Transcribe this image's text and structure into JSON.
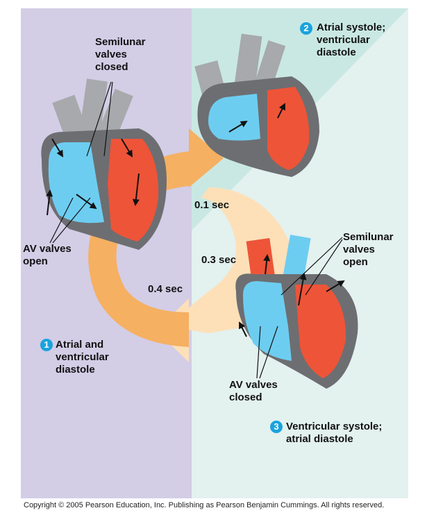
{
  "phases": [
    {
      "number": "1",
      "title": "Atrial and\nventricular\ndiastole"
    },
    {
      "number": "2",
      "title": "Atrial systole;\nventricular\ndiastole"
    },
    {
      "number": "3",
      "title": "Ventricular systole;\natrial diastole"
    }
  ],
  "annotations": {
    "semilunar_closed": "Semilunar\nvalves\nclosed",
    "av_open": "AV valves\nopen",
    "semilunar_open": "Semilunar\nvalves\nopen",
    "av_closed": "AV valves\nclosed"
  },
  "durations": {
    "phase1": "0.4 sec",
    "phase2": "0.1 sec",
    "phase3": "0.3 sec"
  },
  "colors": {
    "panel_left": "#d3cde6",
    "panel_right": "#e3f1ef",
    "panel_right_top": "#c9e8e3",
    "arrow_dark": "#f5b062",
    "arrow_light": "#fde0b8",
    "blood_oxygen_poor": "#6dcdf0",
    "blood_oxygen_rich": "#ee5438",
    "heart_wall": "#6d6e71",
    "vessel_gray": "#a7a9ac",
    "badge": "#1aa3dd"
  },
  "copyright": "Copyright © 2005 Pearson Education, Inc. Publishing as Pearson Benjamin Cummings. All rights reserved."
}
